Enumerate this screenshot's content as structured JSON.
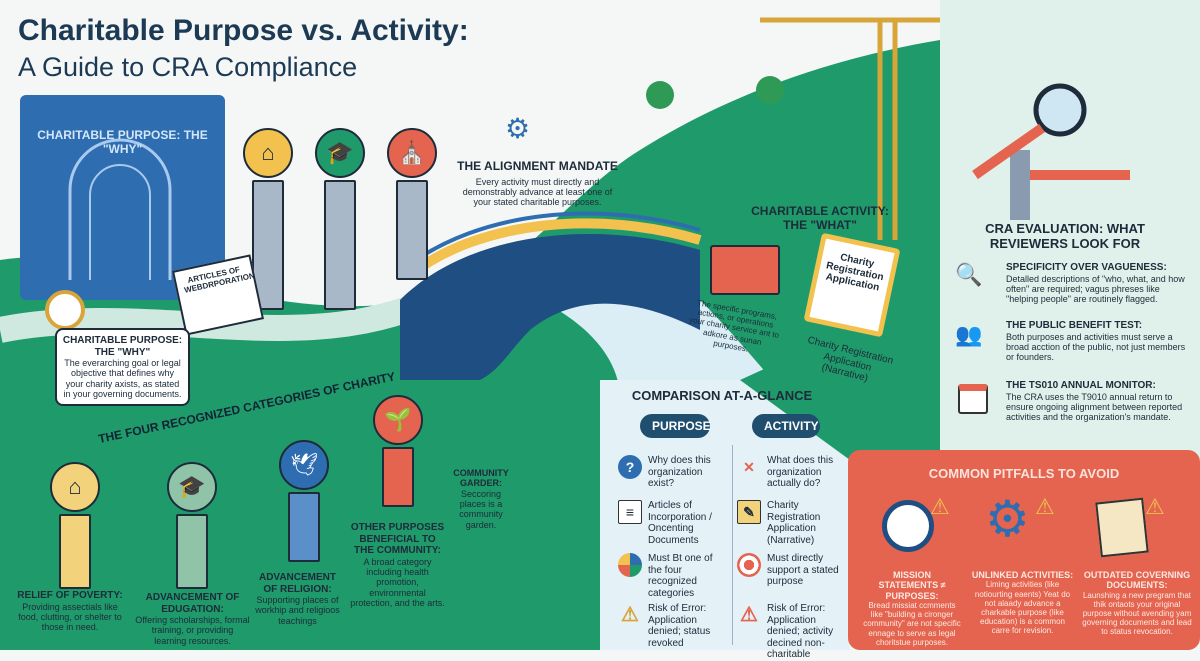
{
  "title": {
    "line1": "Charitable Purpose vs. Activity:",
    "line2": "A Guide to CRA Compliance"
  },
  "colors": {
    "navy": "#1d3a55",
    "green": "#1f9a6a",
    "blueprint": "#2e6db0",
    "pitfall_red": "#e4644f",
    "mint": "#dff1ea",
    "river": "#dbeef6"
  },
  "blueprint": {
    "title": "CHARITABLE PURPOSE: THE \"WHY\"",
    "icon": "arch-blueprint-icon"
  },
  "scroll_label": "ARTICLES OF WEBDRPORATION",
  "purpose_callout": {
    "title": "CHARITABLE PURPOSE: THE \"WHY\"",
    "text": "The everarching goal or legal objective that defines why your charity axists, as stated in your governing documents."
  },
  "top_pillars": [
    {
      "icon": "house-in-hand-icon"
    },
    {
      "icon": "graduation-cap-icon"
    },
    {
      "icon": "church-icon"
    }
  ],
  "categories_heading": "THE FOUR RECOGNIZED CATEGORIES OF CHARITY",
  "categories": [
    {
      "title": "RELIEF OF POVERTY:",
      "text": "Providing assectials like food, clutting, or shelter to those in need.",
      "icon": "house-in-hand-icon",
      "color": "#f2d27a"
    },
    {
      "title": "ADVANCEMENT OF EDUGATION:",
      "text": "Offering scholarships, formal training, or providing learning resources.",
      "icon": "graduation-cap-icon",
      "color": "#8fc4a8"
    },
    {
      "title": "ADVANCEMENT OF RELIGION:",
      "text": "Supporting places of workhip and religioos teachings",
      "icon": "dove-icon",
      "color": "#5b8fc9"
    },
    {
      "title": "OTHER PURPOSES BENEFICIAL TO THE COMMUNITY:",
      "text": "A broad category including health promotion, environmental protection, and the arts.",
      "icon": "plant-in-hands-icon",
      "color": "#e4644f"
    }
  ],
  "community_garden": {
    "title": "COMMUNITY GARDER:",
    "text": "Seccoring places is a community garden."
  },
  "alignment": {
    "title": "THE ALIGNMENT MANDATE",
    "text": "Every activity must directly and demonstrably advance at least one of your stated charitable purposes."
  },
  "activity": {
    "title": "CHARITABLE ACTIVITY: THE \"WHAT\"",
    "toolbox_text": "The specific programs, actions, or operations your charity service ant to adkore as sunan purposes.",
    "clipboard_label": "Charity Registration Application",
    "clipboard_caption": "Charity Registration Application (Narrative)"
  },
  "comparison": {
    "title": "COMPARISON AT-A-GLANCE",
    "headers": [
      "PURPOSE",
      "ACTIVITY"
    ],
    "rows": [
      {
        "purpose": "Why does this organization exist?",
        "purpose_icon": "question-icon",
        "activity": "What does this organization actually do?",
        "activity_icon": "wrench-hammer-icon"
      },
      {
        "purpose": "Articles of Incorporation / Oncenting Documents",
        "purpose_icon": "document-icon",
        "activity": "Charity Registration Application (Narrative)",
        "activity_icon": "clipboard-icon"
      },
      {
        "purpose": "Must Bt one of the four recognized categories",
        "purpose_icon": "quadrant-icon",
        "activity": "Must directly support a stated purpose",
        "activity_icon": "target-icon"
      },
      {
        "purpose": "Risk of Error: Application denied; status revoked",
        "purpose_icon": "warning-icon",
        "activity": "Risk of Error: Application denied; activity decined non-charitable",
        "activity_icon": "warning-icon"
      }
    ]
  },
  "evaluation": {
    "title": "CRA EVALUATION: WHAT REVIEWERS LOOK FOR",
    "items": [
      {
        "title": "SPECIFICITY OVER VAGUENESS:",
        "text": "Detalled descriptions of \"who, what, and how often\" are required; vagus phreses like \"helping people\" are routinely flagged.",
        "icon": "magnifier-icon"
      },
      {
        "title": "THE PUBLIC BENEFIT TEST:",
        "text": "Both purposes and activities must serve a broad acction of the public, not just members or founders.",
        "icon": "people-group-icon"
      },
      {
        "title": "THE TS010 ANNUAL MONITOR:",
        "text": "The CRA uses the T9010 annual return to ensure ongoing alignment between reported activities and the organization's mandate.",
        "icon": "calendar-icon"
      }
    ]
  },
  "pitfalls": {
    "title": "COMMON PITFALLS TO AVOID",
    "items": [
      {
        "title": "MISSION STATEMENTS ≠ PURPOSES:",
        "text": "Bread missiat ccmments like \"building a cironger community\" are not specific ennage to serve as legal choritstue purposes.",
        "icon": "compass-icon"
      },
      {
        "title": "UNLINKED ACTIVITIES:",
        "text": "Liming activities (like notiourting eaents) Yeat do not alaady advance a charkable purpose (like education) is a common carre for revision.",
        "icon": "gears-icon"
      },
      {
        "title": "OUTDATED COVERNING DOCUMENTS:",
        "text": "Launshing a new pregram that thik ontaots your original purpose without avending yam governing documents and lead to status revocation.",
        "icon": "torn-scroll-icon"
      }
    ]
  }
}
